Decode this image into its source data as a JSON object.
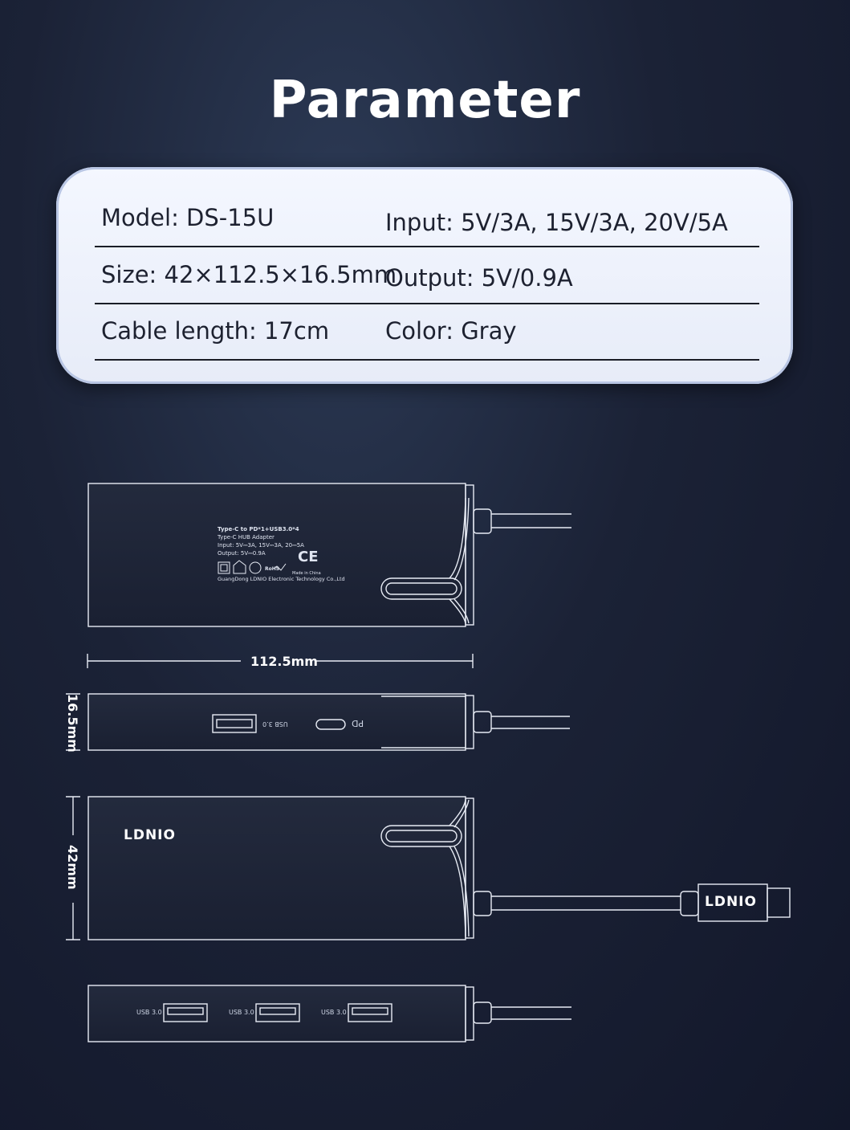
{
  "title": "Parameter",
  "specs": [
    {
      "left": "Model: DS-15U",
      "right": "Input: 5V/3A, 15V/3A, 20V/5A"
    },
    {
      "left": "Size: 42×112.5×16.5mm",
      "right": "Output: 5V/0.9A"
    },
    {
      "left": "Cable length: 17cm",
      "right": "Color: Gray"
    }
  ],
  "dimensions": {
    "length": "112.5mm",
    "height": "16.5mm",
    "width": "42mm"
  },
  "brand": "LDNIO",
  "side_port_labels": {
    "usb": "USB 3.0",
    "pd": "PD"
  },
  "bottom_port_labels": [
    "USB 3.0",
    "USB 3.0",
    "USB 3.0"
  ],
  "back_label": {
    "line1": "Type-C to PD*1+USB3.0*4",
    "line2": "Type-C HUB Adapter",
    "line3": "Input: 5V⎓3A, 15V⎓3A, 20⎓5A",
    "line4": "Output: 5V⎓0.9A",
    "made_in": "Made in China",
    "rohs": "RoHS",
    "company": "GuangDong LDNIO Electronic Technology Co.,Ltd"
  }
}
